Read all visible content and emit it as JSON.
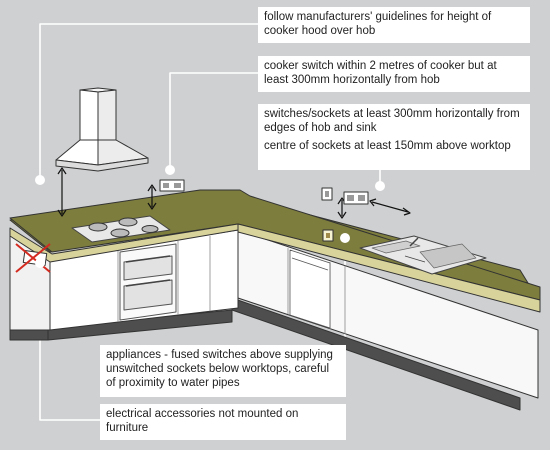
{
  "colors": {
    "background": "#cfd0d1",
    "worktop": "#7d7d3d",
    "worktop_edge": "#d8d39a",
    "cabinet": "#ffffff",
    "plinth": "#4e4e4e",
    "outline": "#333333",
    "callout_bg": "#ffffff",
    "prohibit": "#d42a1f"
  },
  "callouts": {
    "hood_height": "follow manufacturers' guidelines for height of cooker hood over hob",
    "cooker_switch": "cooker switch within 2 metres of cooker but at least 300mm horizontally from hob",
    "switch_distance": "switches/sockets at least 300mm horizontally from edges of hob and sink",
    "socket_height": "centre of sockets at least 150mm above worktop",
    "appliances": "appliances - fused switches above supplying unswitched sockets below worktops, careful of proximity to water pipes",
    "furniture": "electrical accessories not mounted on furniture"
  }
}
